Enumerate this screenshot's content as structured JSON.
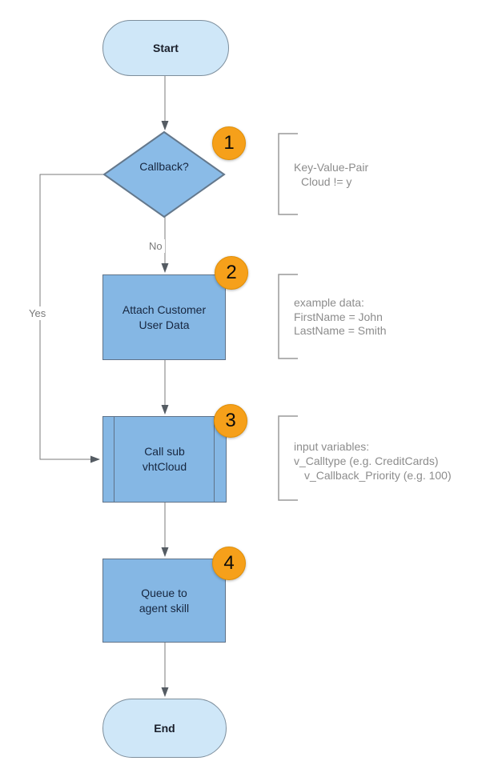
{
  "diagram": {
    "nodes": {
      "start": {
        "type": "terminator",
        "label": "Start"
      },
      "decision": {
        "type": "decision",
        "label": "Callback?"
      },
      "attach": {
        "type": "process",
        "label": "Attach Customer\nUser Data"
      },
      "call_sub": {
        "type": "subprocess",
        "label": "Call sub\nvhtCloud"
      },
      "queue": {
        "type": "process",
        "label": "Queue to\nagent skill"
      },
      "end": {
        "type": "terminator",
        "label": "End"
      }
    },
    "edge_labels": {
      "no": "No",
      "yes": "Yes"
    },
    "badges": [
      "1",
      "2",
      "3",
      "4"
    ],
    "notes": [
      {
        "lines": [
          "Key-Value-Pair",
          "Cloud != y"
        ]
      },
      {
        "lines": [
          "example data:",
          "FirstName = John",
          "LastName = Smith"
        ]
      },
      {
        "lines": [
          "input variables:",
          "v_Calltype (e.g. CreditCards)",
          "v_Callback_Priority (e.g. 100)"
        ]
      }
    ],
    "colors": {
      "terminator_fill": "#cfe7f8",
      "process_fill": "#85b7e4",
      "decision_fill": "#8abbe7",
      "shape_border": "#5f7288",
      "terminator_border": "#7d8e9c",
      "badge_fill": "#f6a01a",
      "badge_border": "#e18f06",
      "note_text": "#8c8c8c",
      "connector_line": "#7b7b7b",
      "arrowhead": "#555c63",
      "node_text": "#16263f"
    }
  }
}
